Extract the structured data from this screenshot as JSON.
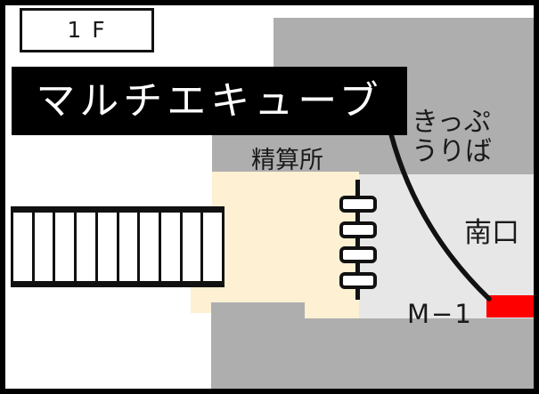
{
  "floor": {
    "label": "1F"
  },
  "banner": {
    "label": "マルチエキューブ",
    "bg": "#000000",
    "text_color": "#ffffff"
  },
  "areas": {
    "fare_adjustment": {
      "label": "精算所",
      "bg": "#aeaeae"
    },
    "ticket_office": {
      "line1": "きっぷ",
      "line2": "うりば",
      "bg": "#aeaeae"
    },
    "south_exit": {
      "label": "南口",
      "bg": "#e7e7e7"
    },
    "concourse": {
      "bg": "#fdf0d3"
    },
    "walkway": {
      "bg": "#aeaeae"
    }
  },
  "marker": {
    "label": "M−1",
    "color": "#fe0000"
  },
  "icons": {
    "stairs_steps": 10,
    "gate_paddles": 4
  }
}
